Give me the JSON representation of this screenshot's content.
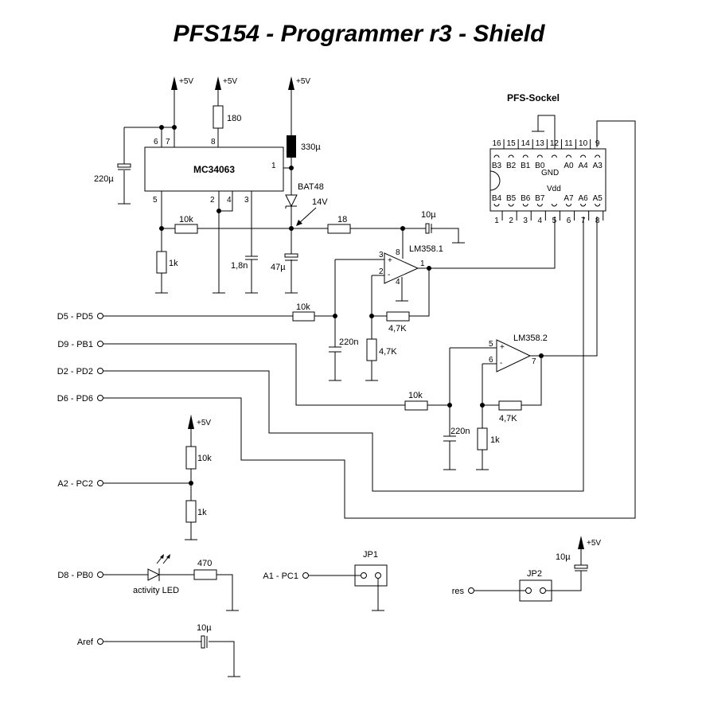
{
  "title": "PFS154 - Programmer  r3 - Shield",
  "colors": {
    "ink": "#000000",
    "background": "#ffffff"
  },
  "supply_label": "+5V",
  "ic": {
    "name": "MC34063",
    "pins": {
      "p1": "1",
      "p2": "2",
      "p3": "3",
      "p4": "4",
      "p5": "5",
      "p6": "6",
      "p7": "7",
      "p8": "8"
    }
  },
  "components": {
    "c_220u": "220µ",
    "r_180": "180",
    "l_330u": "330µ",
    "d_bat48": "BAT48",
    "v_14": "14V",
    "r_10k_fb": "10k",
    "r_1k_fb": "1k",
    "c_1n8": "1,8n",
    "c_47u": "47µ",
    "r_18": "18",
    "c_10u_top": "10µ",
    "opamp1": "LM358.1",
    "opamp2": "LM358.2",
    "r_10k_pd5": "10k",
    "c_220n_1": "220n",
    "r_4k7_fb1": "4,7K",
    "r_4k7_gnd1": "4,7K",
    "r_10k_pb1": "10k",
    "c_220n_2": "220n",
    "r_4k7_fb2": "4,7K",
    "r_1k_gnd2": "1k",
    "r_10k_pc2": "10k",
    "r_1k_pc2": "1k",
    "led": "activity LED",
    "r_470": "470",
    "jp1": "JP1",
    "jp2": "JP2",
    "c_10u_res": "10µ",
    "c_10u_aref": "10µ"
  },
  "opamp_pins": {
    "u1": {
      "plus": "3",
      "minus": "2",
      "out": "1",
      "vcc": "8",
      "gnd": "4",
      "plus_sign": "+",
      "minus_sign": "-"
    },
    "u2": {
      "plus": "5",
      "minus": "6",
      "out": "7",
      "plus_sign": "+",
      "minus_sign": "-"
    }
  },
  "socket": {
    "title": "PFS-Sockel",
    "top_pins": [
      "16",
      "15",
      "14",
      "13",
      "12",
      "11",
      "10",
      "9"
    ],
    "top_signals": [
      "B3",
      "B2",
      "B1",
      "B0",
      "",
      "A0",
      "A4",
      "A3"
    ],
    "bottom_pins": [
      "1",
      "2",
      "3",
      "4",
      "5",
      "6",
      "7",
      "8"
    ],
    "bottom_signals": [
      "B4",
      "B5",
      "B6",
      "B7",
      "",
      "A7",
      "A6",
      "A5"
    ],
    "gnd_label": "GND",
    "vdd_label": "Vdd"
  },
  "connectors": [
    {
      "label": "D5 - PD5"
    },
    {
      "label": "D9 - PB1"
    },
    {
      "label": "D2 - PD2"
    },
    {
      "label": "D6 - PD6"
    },
    {
      "label": "A2 - PC2"
    },
    {
      "label": "D8 - PB0"
    },
    {
      "label": "Aref"
    },
    {
      "label": "A1 - PC1"
    },
    {
      "label": "res"
    }
  ]
}
